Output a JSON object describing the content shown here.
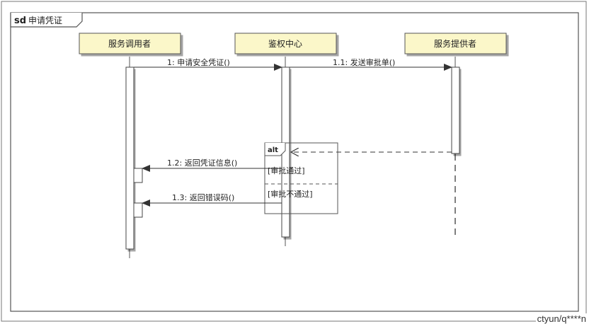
{
  "frame": {
    "title": "申请凭证",
    "badge": "sd"
  },
  "lifelines": [
    {
      "name": "服务调用者"
    },
    {
      "name": "鉴权中心"
    },
    {
      "name": "服务提供者"
    }
  ],
  "messages": [
    {
      "label": "1: 申请安全凭证()"
    },
    {
      "label": "1.1: 发送审批单()"
    },
    {
      "label": "1.2: 返回凭证信息()"
    },
    {
      "label": "1.3: 返回错误码()"
    }
  ],
  "fragment": {
    "operator": "alt",
    "guards": [
      "[审批通过]",
      "[审批不通过]"
    ]
  },
  "watermark": "ctyun/q****n",
  "colors": {
    "lifeline_head": "#fbf7c9",
    "frame_border": "#555555",
    "activation": "#ffffff"
  }
}
